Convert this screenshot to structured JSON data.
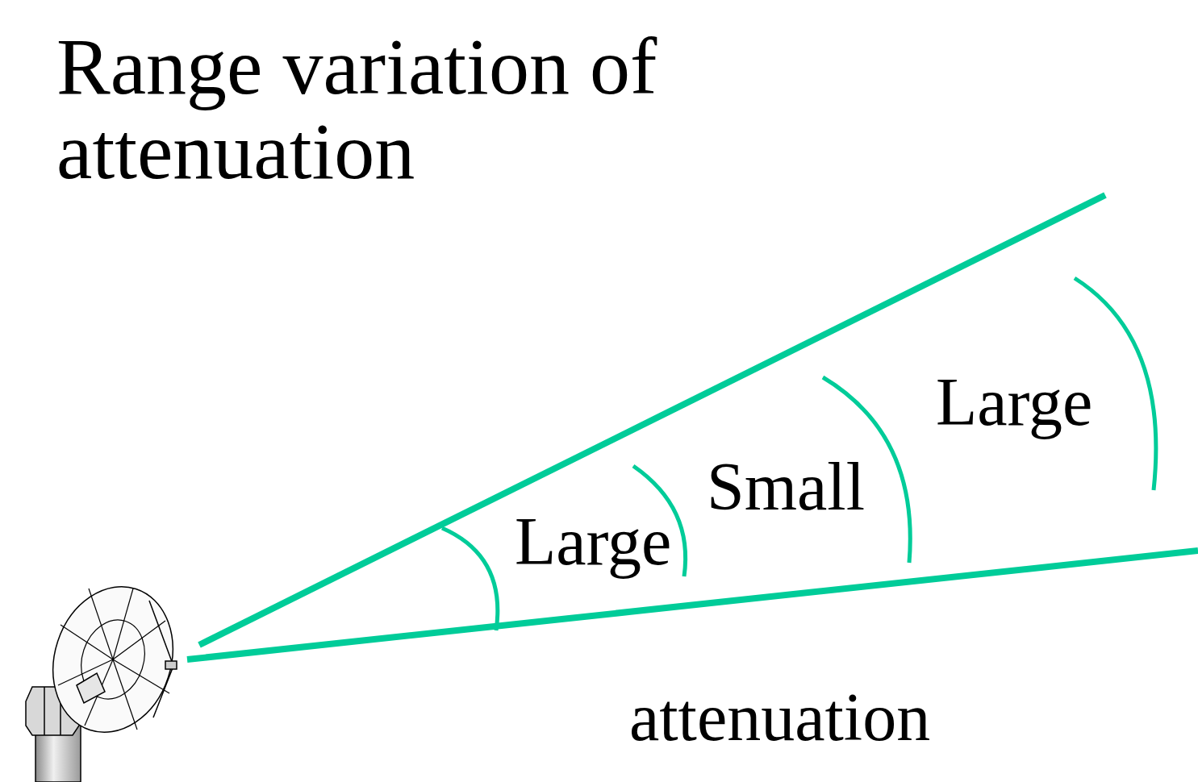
{
  "diagram": {
    "title": "Range variation of attenuation",
    "labels": [
      "Large",
      "Small",
      "Large",
      "attenuation"
    ]
  }
}
